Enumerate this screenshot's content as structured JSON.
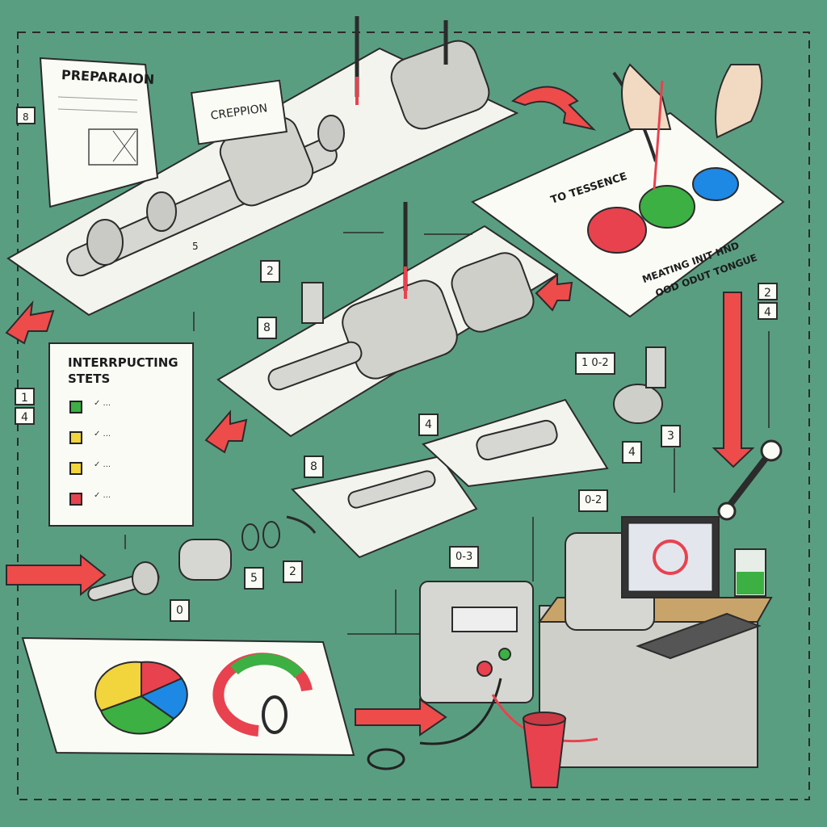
{
  "texts": {
    "preparation": "PREPARAION",
    "creption": "CREPPION",
    "to_tessence": "TO TESSENCE",
    "measuring_1": "MEATING INIT HND",
    "measuring_2": "OOD ODUT TONGUE",
    "interrupting_1": "INTERRPUCTING",
    "interrupting_2": "STETS"
  },
  "step_labels": {
    "top_left": "8",
    "mid_1": "2",
    "mid_2": "8",
    "left_a": "1",
    "left_b": "4",
    "right_a": "2",
    "right_b": "4",
    "p1": "1 0-2",
    "p2": "4",
    "p3": "4",
    "p4": "3",
    "p5": "8",
    "p6": "5",
    "p7": "2",
    "p8": "0",
    "p9": "0-2",
    "p10": "0-3",
    "small_5": "5"
  },
  "legend": [
    {
      "color": "#3cb043",
      "text": "✓ ..."
    },
    {
      "color": "#f2d43c",
      "text": "✓ ..."
    },
    {
      "color": "#f2d43c",
      "text": "✓ ..."
    },
    {
      "color": "#e8424f",
      "text": "✓ ..."
    }
  ],
  "colors": {
    "background": "#5a9e82",
    "arrow": "#ee4b4b",
    "paper": "#fbfbf6",
    "ink": "#2b2b2b"
  }
}
